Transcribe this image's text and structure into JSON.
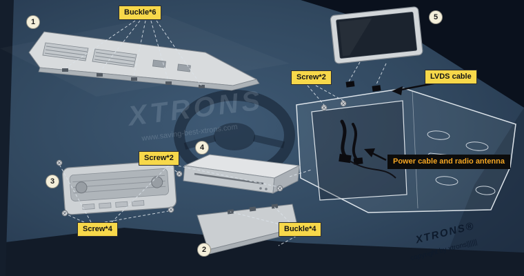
{
  "diagram": {
    "labels": {
      "buckle6": "Buckle*6",
      "screw2_top": "Screw*2",
      "lvds_cable": "LVDS cable",
      "screw2_mid": "Screw*2",
      "power_cable": "Power cable and radio antenna",
      "screw4": "Screw*4",
      "buckle4": "Buckle*4"
    },
    "markers": [
      {
        "n": "1"
      },
      {
        "n": "2"
      },
      {
        "n": "3"
      },
      {
        "n": "4"
      },
      {
        "n": "5"
      }
    ],
    "watermarks": {
      "brand_center": "XTRONS",
      "url_center": "www.saving-best-xtrons.com",
      "brand_corner": "XTRONS®",
      "copyright_corner": "copyright by xtrons||||||"
    },
    "colors": {
      "background": "#31485f",
      "callout_bg": "#f7d84a",
      "callout_text": "#151515",
      "power_callout_bg": "#0c0c0c",
      "power_callout_text": "#f5a623",
      "part_fill": "#d6d9db",
      "frame_outline": "#dde4ea"
    }
  }
}
